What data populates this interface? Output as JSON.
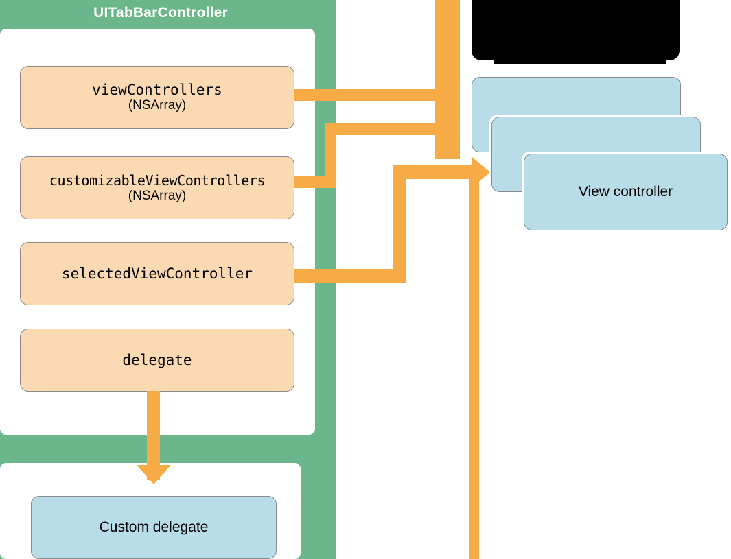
{
  "diagram": {
    "title": "UITabBarController",
    "container_color": "#6bb78b",
    "property_box_color": "#fbd9b3",
    "result_box_color": "#b8dce8",
    "connector_color": "#f6ab46"
  },
  "properties": [
    {
      "name": "viewControllers",
      "type": "(NSArray)"
    },
    {
      "name": "customizableViewControllers",
      "type": "(NSArray)"
    },
    {
      "name": "selectedViewController",
      "type": ""
    },
    {
      "name": "delegate",
      "type": ""
    }
  ],
  "targets": {
    "view_controller_label": "View controller",
    "custom_delegate_label": "Custom delegate"
  }
}
